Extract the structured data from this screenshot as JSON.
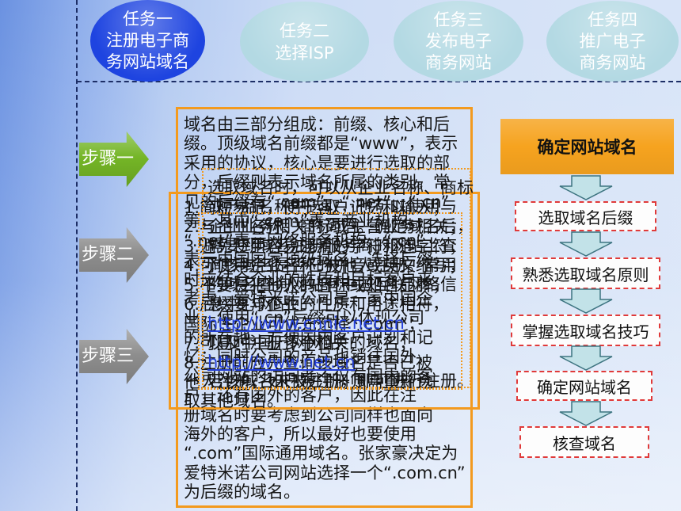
{
  "tasks": [
    {
      "lines": [
        "任务一",
        "注册电子商",
        "务网站域名"
      ],
      "fill": "#1e44e0",
      "current": true
    },
    {
      "lines": [
        "任务二",
        "选择ISP"
      ],
      "fill": "#b3d9e3",
      "current": false
    },
    {
      "lines": [
        "任务三",
        "发布电子",
        "商务网站"
      ],
      "fill": "#b3d9e3",
      "current": false
    },
    {
      "lines": [
        "任务四",
        "推广电子",
        "商务网站"
      ],
      "fill": "#b3d9e3",
      "current": false
    }
  ],
  "steps": [
    {
      "label": "步骤一",
      "color": "#74b526",
      "current": true
    },
    {
      "label": "步骤二",
      "color": "#8d8d8d",
      "current": false
    },
    {
      "label": "步骤三",
      "color": "#8d8d8d",
      "current": false
    }
  ],
  "content": {
    "border_color": "#f39a1e",
    "main_lines": [
      "域名由三部分组成：前缀、核心和后",
      "缀。顶级域名前缀都是“www”，表示",
      "采用的协议，核心是要进行选取的部",
      "分，后缀则表示域名所属的类别。常",
      "见的后缀有“.com”、“.net”、“.cn”",
      "等，其中“.com”表示商业机构，",
      "“.net”表示网络服务机构，“.cn”",
      "表示中国国家顶级域名。选择后缀",
      "时应结合企业的性质和目标客户来",
      "考虑。爱特米诺公司是一家中国企",
      "业，使用“.cn”后缀可以体现公司",
      "的所在地，方便国内客户识别和记",
      "忆；同时公司的产品也销往国外，",
      "公司网站的访问者不仅有国内的客",
      "户，还有国外的客户，因此在注",
      "册域名时要考虑到公司同样也面向",
      "海外的客户，所以最好也要使用",
      "“.com”国际通用域名。张家豪决定为",
      "爱特米诺公司网站选择一个“.com.cn”",
      "为后缀的域名。"
    ],
    "list_lines": [
      "1.简短易记，便于客户记忆和输入；",
      "2.与企业名称、商标或主营业务相关；",
      "3.避免使用容易混淆的字符和连字符；",
      "4.可使用企业名称的拼音或英文缩写；",
      "5.不要侵犯他人的商标或知名品牌；",
      "6.后缀要与企业的性质和用途相符，",
      "国际性企业可优先选择“.com”；",
      "7.可同时注册多个相关的域名；",
      "8.注册前应先查询该域名是否已被",
      "他人注册，如已被注册则需重新选",
      "取其他域名。"
    ],
    "note_lines": [
      {
        "text": "选取域名时，可以从企业名称、商标",
        "link": false
      },
      {
        "text": "或产品名称中选取，也可以使用与",
        "link": false
      },
      {
        "text": "企业业务相关的词语。确定域名后，",
        "link": false
      },
      {
        "text": "需要到域名注册服务商的网站上查",
        "link": false
      },
      {
        "text": "询该域名是否已被他人注册。常用",
        "link": false
      },
      {
        "text": "的域名查询网站有中国互联网络信",
        "link": false
      },
      {
        "text": "息中心网站：",
        "link": false
      },
      {
        "text": "http://www.cnnic.net.cn",
        "link": true
      },
      {
        "text": "以及中国万网网站：",
        "link": false
      },
      {
        "text": "http://www.net.cn",
        "link": true
      },
      {
        "text": "若该域名未被注册，即可进行注册。",
        "link": false
      }
    ]
  },
  "flow": {
    "goal": "确定网站域名",
    "goal_color": "#f6a31f",
    "items": [
      "选取域名后缀",
      "熟悉选取域名原则",
      "掌握选取域名技巧",
      "确定网站域名",
      "核查域名"
    ],
    "item_border_color": "#e03a3a",
    "arrow_fill": "#c2e2e8",
    "arrow_stroke": "#3d7480"
  }
}
